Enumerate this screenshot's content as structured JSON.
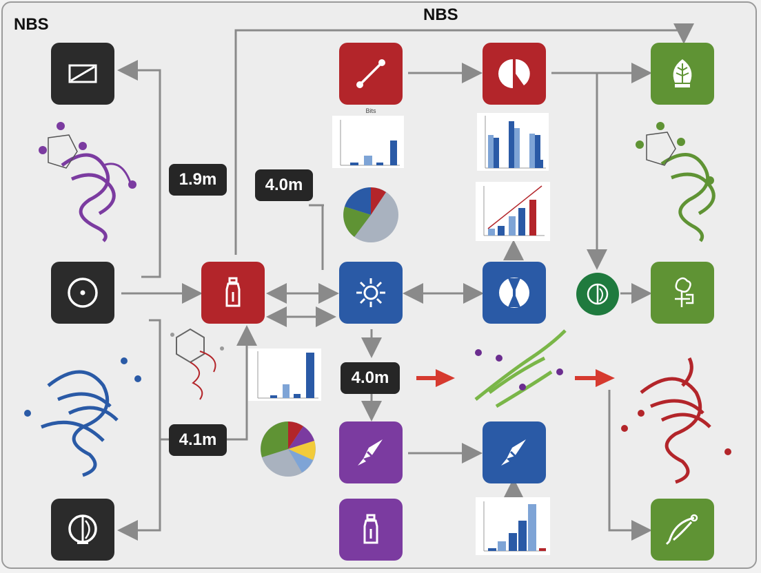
{
  "titles": {
    "top_left": "NBS",
    "top_center": "NBS"
  },
  "badges": [
    "1.9m",
    "4.0m",
    "4.0m",
    "4.1m"
  ],
  "mini_chart_titles": [
    "Bits"
  ],
  "colors": {
    "dark": "#2b2b2b",
    "red": "#b3252a",
    "blue": "#2a5aa6",
    "green": "#5f9334",
    "purple": "#7b3ba0",
    "arrow": "#8a8a8a",
    "accent_arrow": "#d63a2f"
  },
  "tiles": [
    {
      "name": "tile-screen",
      "color": "dark",
      "icon": "rectangle-slash-icon"
    },
    {
      "name": "tile-target",
      "color": "dark",
      "icon": "circle-dot-icon"
    },
    {
      "name": "tile-leaf-bottom-left",
      "color": "dark",
      "icon": "leaf-circle-icon"
    },
    {
      "name": "tile-link",
      "color": "red",
      "icon": "line-node-icon"
    },
    {
      "name": "tile-pie",
      "color": "red",
      "icon": "pie-icon"
    },
    {
      "name": "tile-bottle",
      "color": "red",
      "icon": "bottle-icon"
    },
    {
      "name": "tile-gear",
      "color": "blue",
      "icon": "gear-icon"
    },
    {
      "name": "tile-fan",
      "color": "blue",
      "icon": "fan-icon"
    },
    {
      "name": "tile-rocket",
      "color": "blue",
      "icon": "rocket-icon"
    },
    {
      "name": "tile-rocket-purple",
      "color": "purple",
      "icon": "rocket-icon"
    },
    {
      "name": "tile-bottle-purple",
      "color": "purple",
      "icon": "bottle-icon"
    },
    {
      "name": "tile-leaf",
      "color": "green",
      "icon": "leaf-icon"
    },
    {
      "name": "tile-tree",
      "color": "green",
      "icon": "tree-icon"
    },
    {
      "name": "tile-syringe",
      "color": "green",
      "icon": "syringe-icon"
    }
  ]
}
